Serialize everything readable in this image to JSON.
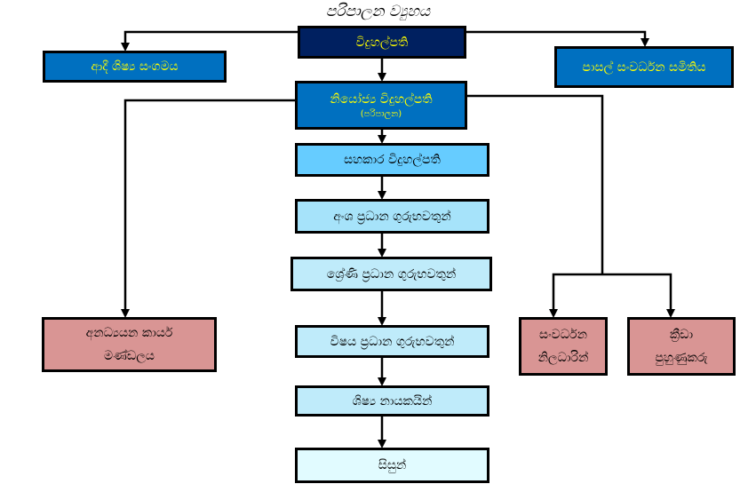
{
  "title": "පරිපාලන ව්‍යුහය",
  "colors": {
    "principal": "#002060",
    "deputy": "#0070C0",
    "side_top": "#0070C0",
    "assistant": "#66CCFF",
    "sectional": "#A6E3FA",
    "grade": "#BFEBFA",
    "subject": "#BFEBFA",
    "prefects": "#BFEBFA",
    "students": "#E1FBFF",
    "staff": "#D99594",
    "text_light": "#FFFF00",
    "text_dark": "#000000"
  },
  "nodes": {
    "principal": {
      "label": "විදුහල්පති"
    },
    "past_pupils": {
      "label": "ආදී ශිෂ්‍ය සංගමය"
    },
    "sdc": {
      "label": "පාසල් සංවර්ධන සමිතිය"
    },
    "deputy": {
      "label": "නියෝජ්‍ය විදුහල්පති",
      "sublabel": "(පරිපාලන)"
    },
    "assistant": {
      "label": "සහකාර විදුහල්පති"
    },
    "sectional_heads": {
      "label": "අංශ ප්‍රධාන ගුරුභවතුන්"
    },
    "grade_heads": {
      "label": "ශ්‍රේණි ප්‍රධාන ගුරුභවතුන්"
    },
    "subject_heads": {
      "label": "විෂය ප්‍රධාන ගුරුභවතුන්"
    },
    "prefects": {
      "label": "ශිෂ්‍ය නායකයින්"
    },
    "students": {
      "label": "සිසුන්"
    },
    "non_academic": {
      "line1": "අනධ්‍යයන කාර්ය",
      "line2": "මණ්ඩලය"
    },
    "dev_officers": {
      "line1": "සංවර්ධන",
      "line2": "නිලධාරින්"
    },
    "coaches": {
      "line1": "ක්‍රීඩා",
      "line2": "පුහුණුකරු"
    }
  },
  "edges": [
    [
      "principal",
      "past_pupils"
    ],
    [
      "principal",
      "sdc"
    ],
    [
      "principal",
      "deputy"
    ],
    [
      "deputy",
      "assistant"
    ],
    [
      "deputy",
      "non_academic"
    ],
    [
      "deputy",
      "dev_officers"
    ],
    [
      "deputy",
      "coaches"
    ],
    [
      "assistant",
      "sectional_heads"
    ],
    [
      "sectional_heads",
      "grade_heads"
    ],
    [
      "grade_heads",
      "subject_heads"
    ],
    [
      "subject_heads",
      "prefects"
    ],
    [
      "prefects",
      "students"
    ]
  ]
}
